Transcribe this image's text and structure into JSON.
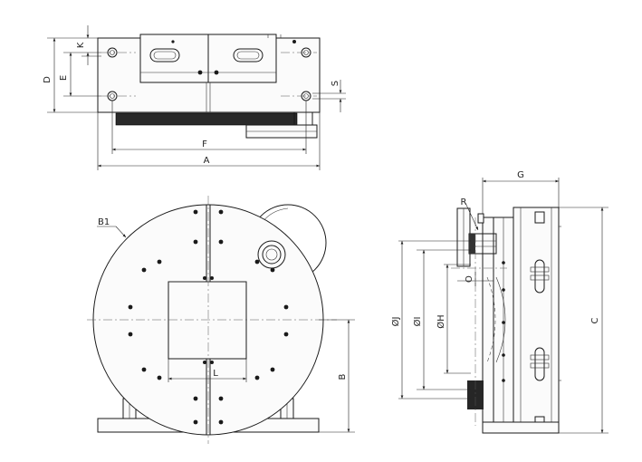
{
  "labels": {
    "A": "A",
    "B": "B",
    "B1": "B1",
    "C": "C",
    "D": "D",
    "E": "E",
    "F": "F",
    "G": "G",
    "K": "K",
    "L": "L",
    "R": "R",
    "S": "S",
    "phiJ": "ØJ",
    "phiI": "ØI",
    "phiH": "ØH",
    "O": "O"
  }
}
